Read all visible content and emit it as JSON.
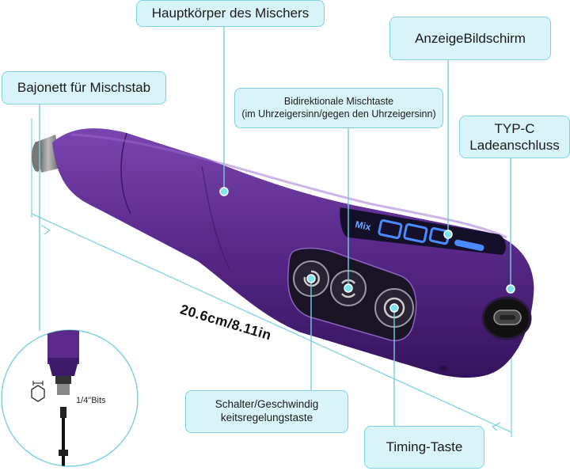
{
  "labels": {
    "main_body": "Hauptkörper des Mischers",
    "bayonet": "Bajonett für Mischstab",
    "display": "AnzeigeBildschirm",
    "bidi_line1": "Bidirektionale Mischtaste",
    "bidi_line2": "(im Uhrzeigersinn/gegen den Uhrzeigersinn)",
    "typec_line1": "TYP-C",
    "typec_line2": "Ladeanschluss",
    "switch_line1": "Schalter/Geschwindig",
    "switch_line2": "keitsregelungstaste",
    "timing": "Timing-Taste",
    "measurement": "20.6cm/8.11in",
    "bits": "1/4\"Bits",
    "display_text": "Mix"
  },
  "colors": {
    "purple": "#5b2a8c",
    "purple_dark": "#3d1766",
    "callout_fill": "#d9f4f8",
    "callout_border": "#7fd3e0",
    "leader_line": "#6fd0de",
    "display_blue": "#4a8cff"
  }
}
